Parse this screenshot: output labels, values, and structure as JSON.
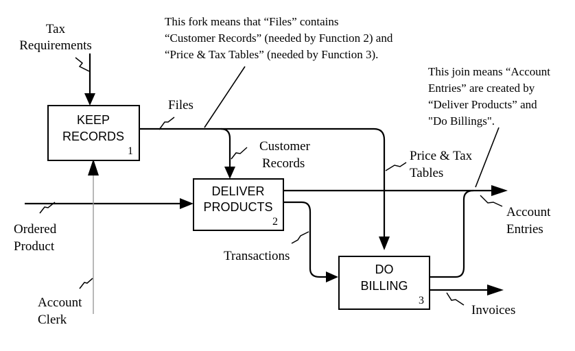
{
  "boxes": [
    {
      "id": "keep-records",
      "title": [
        "KEEP",
        "RECORDS"
      ],
      "number": "1"
    },
    {
      "id": "deliver-products",
      "title": [
        "DELIVER",
        "PRODUCTS"
      ],
      "number": "2"
    },
    {
      "id": "do-billing",
      "title": [
        "DO",
        "BILLING"
      ],
      "number": "3"
    }
  ],
  "labels": {
    "tax_requirements": [
      "Tax",
      "Requirements"
    ],
    "files": "Files",
    "customer_records": [
      "Customer",
      "Records"
    ],
    "price_tax_tables": [
      "Price & Tax",
      "Tables"
    ],
    "ordered_product": [
      "Ordered",
      "Product"
    ],
    "transactions": "Transactions",
    "account_clerk": [
      "Account",
      "Clerk"
    ],
    "account_entries": [
      "Account",
      "Entries"
    ],
    "invoices": "Invoices"
  },
  "notes": {
    "fork": [
      "This fork means that “Files” contains",
      "“Customer Records” (needed by  Function 2) and",
      "“Price & Tax Tables” (needed by Function 3)."
    ],
    "join": [
      "This join means “Account",
      "Entries” are created by",
      "“Deliver Products” and",
      "\"Do Billings\"."
    ]
  }
}
